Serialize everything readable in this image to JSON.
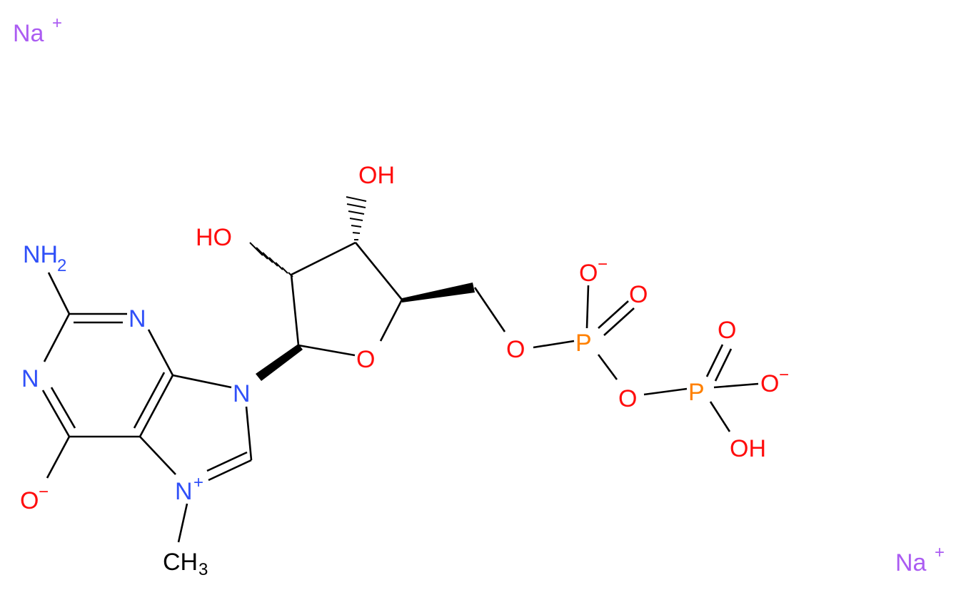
{
  "colors": {
    "N": "#3050F8",
    "O": "#FF0D0D",
    "P": "#FF8000",
    "Na": "#AB5CF2",
    "C": "#000000"
  },
  "labels": {
    "na_top": "Na",
    "na_top_charge": "+",
    "na_bottom": "Na",
    "na_bottom_charge": "+",
    "nh2_n": "NH",
    "nh2_sub": "2",
    "n1": "N",
    "n3": "N",
    "n9": "N",
    "n7": "N",
    "n7_charge": "+",
    "o6": "O",
    "o6_charge": "−",
    "ch3_c": "CH",
    "ch3_sub": "3",
    "ho_2": "HO",
    "oh_3": "OH",
    "o_ring": "O",
    "o5": "O",
    "p1": "P",
    "p1_o_minus": "O",
    "p1_o_minus_charge": "−",
    "p1_o_double": "O",
    "o_bridge": "O",
    "p2": "P",
    "p2_o_double": "O",
    "p2_o_minus": "O",
    "p2_o_minus_charge": "−",
    "p2_oh": "OH"
  }
}
